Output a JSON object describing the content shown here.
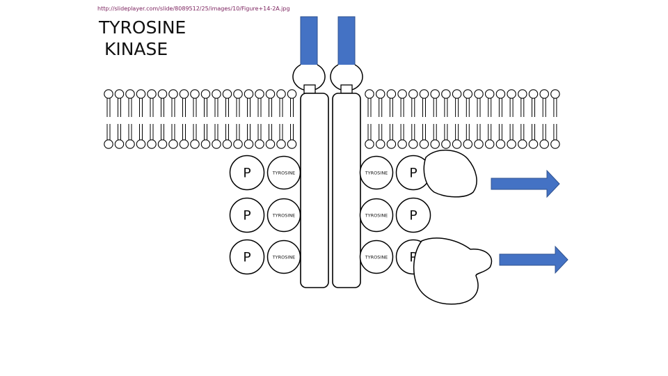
{
  "slide": {
    "source_url": "http://slideplayer.com/slide/8089512/25/images/10/Figure+14-2A.jpg",
    "title_lines": [
      "TYROSINE",
      " KINASE"
    ]
  },
  "diagram": {
    "phosphate_label": "P",
    "tyrosine_label": "TYROSINE",
    "left_column": {
      "phosphates": [
        "P",
        "P",
        "P"
      ],
      "tyrosines": [
        "TYROSINE",
        "TYROSINE",
        "TYROSINE"
      ]
    },
    "right_column": {
      "tyrosines": [
        "TYROSINE",
        "TYROSINE",
        "TYROSINE"
      ],
      "phosphates": [
        "P",
        "P",
        "P"
      ]
    },
    "colors": {
      "ligand": "#4472c4",
      "arrow": "#4472c4",
      "outline": "#000000"
    }
  }
}
